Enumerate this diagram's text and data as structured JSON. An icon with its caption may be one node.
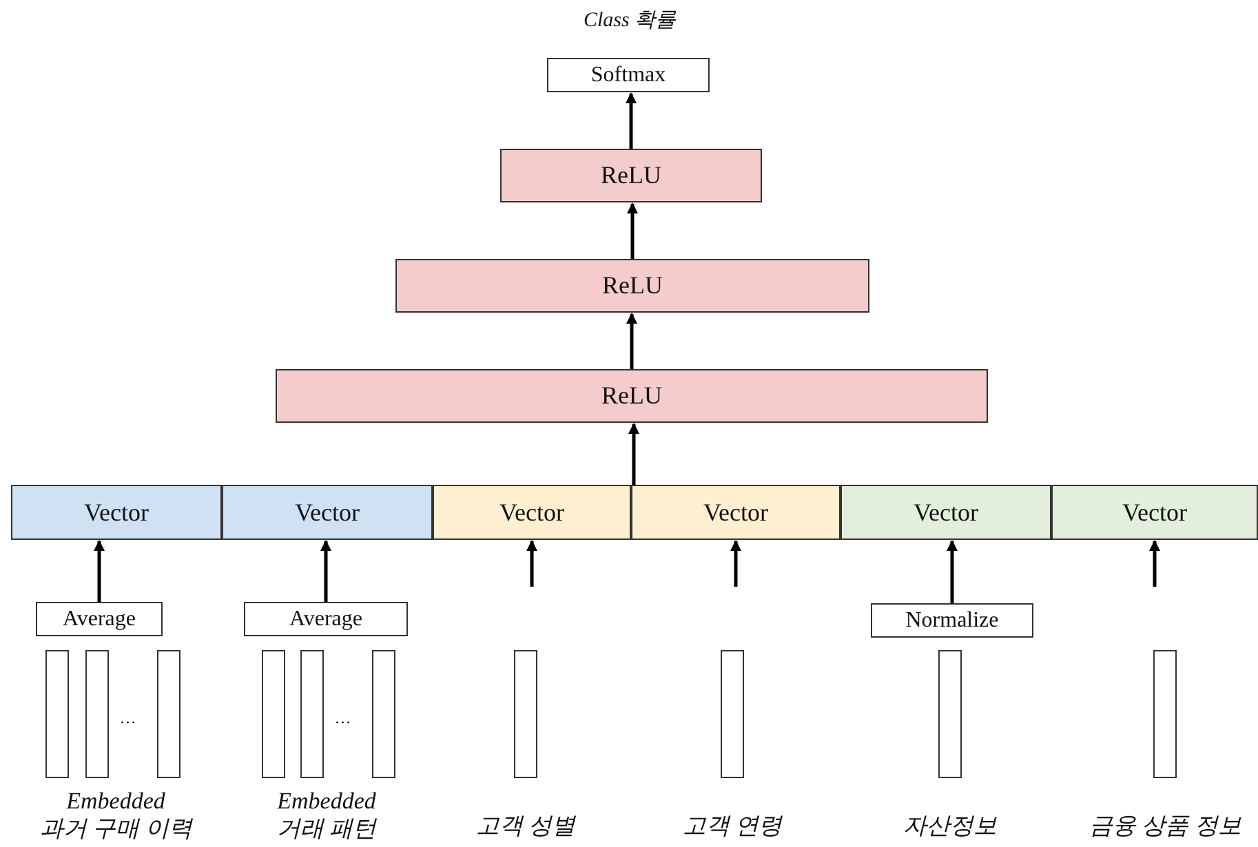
{
  "diagram": {
    "nodes": [
      {
        "text": [
          "Softmax"
        ]
      },
      {
        "text": [
          "ReLU"
        ]
      },
      {
        "text": [
          "ReLU"
        ]
      },
      {
        "text": [
          "ReLU"
        ]
      },
      {
        "text": [
          "Vector"
        ]
      },
      {
        "text": [
          "Vector"
        ]
      },
      {
        "text": [
          "Vector"
        ]
      },
      {
        "text": [
          "Vector"
        ]
      },
      {
        "text": [
          "Vector"
        ]
      },
      {
        "text": [
          "Vector"
        ]
      },
      {
        "text": [
          "Average"
        ]
      },
      {
        "text": [
          "Average"
        ]
      },
      {
        "text": [
          "Normalize"
        ]
      },
      {
        "text": [],
        "shape": "bar"
      },
      {
        "text": [],
        "shape": "bar"
      },
      {
        "text": [],
        "shape": "bar"
      },
      {
        "text": [],
        "shape": "bar"
      },
      {
        "text": [],
        "shape": "bar"
      },
      {
        "text": [],
        "shape": "bar"
      },
      {
        "text": [],
        "shape": "bar",
        "beside": [
          "고객 성별"
        ]
      },
      {
        "text": [],
        "shape": "bar",
        "beside": [
          "고객 연령"
        ]
      },
      {
        "text": [],
        "shape": "bar",
        "beside": [
          "자산정보"
        ]
      },
      {
        "text": [],
        "shape": "bar",
        "beside": [
          "금융 상품 정보"
        ]
      }
    ],
    "edges": [
      {
        "from": 1,
        "to": 0,
        "arrow": "to"
      },
      {
        "from": 2,
        "to": 1,
        "arrow": "to"
      },
      {
        "from": 3,
        "to": 2,
        "arrow": "to"
      },
      {
        "from": 6,
        "to": 3,
        "arrow": "to"
      },
      {
        "from": 7,
        "to": 3,
        "arrow": "to"
      },
      {
        "from": 10,
        "to": 4,
        "arrow": "to"
      },
      {
        "from": 11,
        "to": 5,
        "arrow": "to"
      },
      {
        "from": null,
        "to": 6,
        "arrow": "to"
      },
      {
        "from": null,
        "to": 7,
        "arrow": "to"
      },
      {
        "from": 12,
        "to": 8,
        "arrow": "to"
      },
      {
        "from": null,
        "to": 9,
        "arrow": "to"
      }
    ],
    "labels": [
      "Class 확률",
      "…",
      "…",
      "Embedded 과거 구매 이력",
      "Embedded 거래 패턴"
    ]
  }
}
